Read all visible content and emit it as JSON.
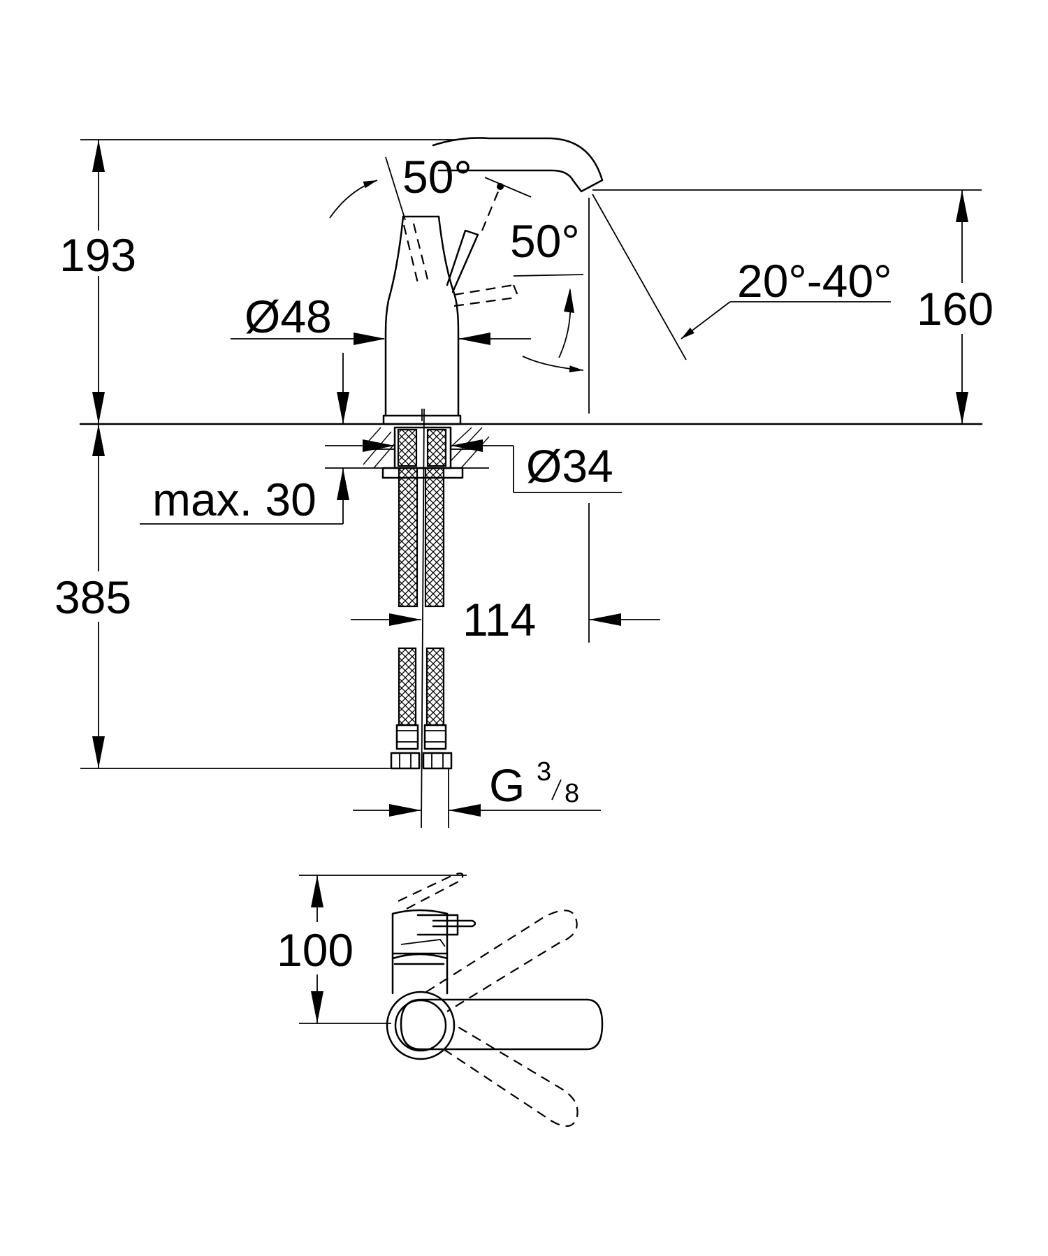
{
  "dimensions": {
    "total_height": "193",
    "spout_height": "160",
    "body_diameter": "Ø48",
    "hole_diameter": "Ø34",
    "deck_thickness": "max. 30",
    "hose_length": "385",
    "spout_reach": "114",
    "connection_g": "G",
    "connection_num": "3",
    "connection_den": "8",
    "top_view_depth": "100"
  },
  "angles": {
    "lever_rotation": "50°",
    "lever_tilt": "50°",
    "spout_range": "20°-40°"
  }
}
